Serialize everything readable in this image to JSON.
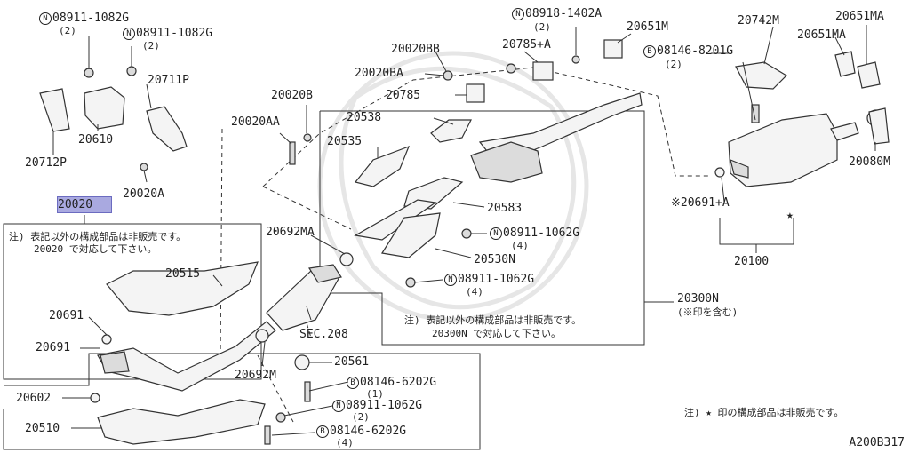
{
  "diagram_ref": "A200B317",
  "labels": {
    "p08911_1082G_a": "08911-1082G",
    "p08911_1082G_a_qty": "(2)",
    "p08911_1082G_b": "08911-1082G",
    "p08911_1082G_b_qty": "(2)",
    "p20711P": "20711P",
    "p20610": "20610",
    "p20712P": "20712P",
    "p20020A": "20020A",
    "p20020": "20020",
    "p20020AA": "20020AA",
    "p20020B": "20020B",
    "p20020BB": "20020BB",
    "p20020BA": "20020BA",
    "p20785A": "20785+A",
    "p20785": "20785",
    "p08918_1402A": "08918-1402A",
    "p08918_1402A_qty": "(2)",
    "p20651M": "20651M",
    "p08146_8201G": "08146-8201G",
    "p08146_8201G_qty": "(2)",
    "p20742M": "20742M",
    "p20651MA_a": "20651MA",
    "p20651MA_b": "20651MA",
    "p20538": "20538",
    "p20535": "20535",
    "p20583": "20583",
    "p20692MA": "20692MA",
    "p08911_1062G_a": "08911-1062G",
    "p08911_1062G_a_qty": "(4)",
    "p20530N": "20530N",
    "p08911_1062G_b": "08911-1062G",
    "p08911_1062G_b_qty": "(4)",
    "p20080M": "20080M",
    "p20691A": "※20691+A",
    "p20100": "20100",
    "p20300N": "20300N",
    "p20300N_sub": "(※印を含む)",
    "p20515": "20515",
    "p20691_a": "20691",
    "p20691_b": "20691",
    "p20602": "20602",
    "p20510": "20510",
    "pSEC208": "SEC.208",
    "p20692M": "20692M",
    "p20561": "20561",
    "p08146_6202G_a": "08146-6202G",
    "p08146_6202G_a_qty": "(1)",
    "p08911_1062G_c": "08911-1062G",
    "p08911_1062G_c_qty": "(2)",
    "p08146_6202G_b": "08146-6202G",
    "p08146_6202G_b_qty": "(4)"
  },
  "symbols": {
    "N": "N",
    "B": "B",
    "star": "★"
  },
  "notes": {
    "note1_line1": "注) 表記以外の構成部品は非販売です。",
    "note1_line2": "20020 で対応して下さい。",
    "note2_line1": "注) 表記以外の構成部品は非販売です。",
    "note2_line2": "20300N で対応して下さい。",
    "note3": "注) ★ 印の構成部品は非販売です。"
  },
  "colors": {
    "highlight": "#a9a9e0",
    "ink": "#333333"
  }
}
